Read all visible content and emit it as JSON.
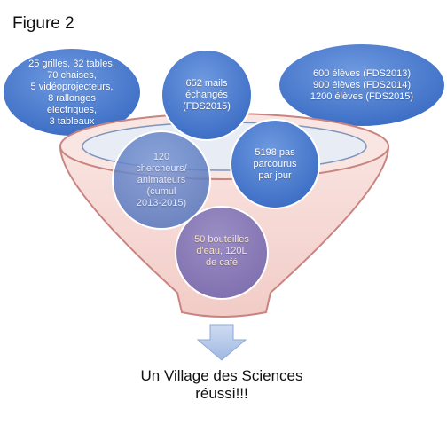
{
  "figure_label": "Figure 2",
  "bubbles": [
    {
      "id": "material",
      "text": "25 grilles, 32 tables,\n70 chaises,\n5 vidéoprojecteurs,\n8 rallonges\nélectriques,\n3 tableaux"
    },
    {
      "id": "mails",
      "text": "652 mails\néchangés\n(FDS2015)"
    },
    {
      "id": "students",
      "text": "600 élèves (FDS2013)\n900 élèves (FDS2014)\n1200 élèves (FDS2015)"
    },
    {
      "id": "researchers",
      "text": "120\nchercheurs/\nanimateurs\n(cumul\n2013-2015)"
    },
    {
      "id": "steps",
      "text": "5198 pas\nparcourus\npar jour"
    },
    {
      "id": "supplies",
      "text": "50 bouteilles\nd'eau, 120L\nde café"
    }
  ],
  "conclusion": "Un Village des Sciences\nréussi!!!",
  "colors": {
    "bubble": "#4f7fd0",
    "funnel_fill": "#f7dcd8",
    "funnel_stroke": "#c9847f",
    "arrow": "#b4c8e8"
  }
}
